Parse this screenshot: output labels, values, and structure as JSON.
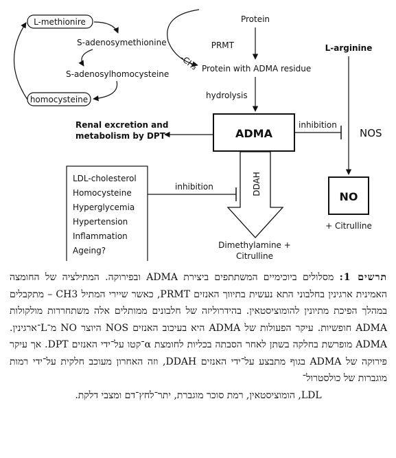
{
  "diagram": {
    "nodes": {
      "l_methionine": "L-methionire",
      "s_adenosylmethionine": "S-adenosymethionine",
      "s_adenosylhomocysteine": "S-adenosylhomocysteine",
      "homocysteine": "homocysteine",
      "ch3": "-CH₃",
      "protein": "Protein",
      "prmt": "PRMT",
      "protein_adma": "Protein with ADMA residue",
      "hydrolysis": "hydrolysis",
      "adma": "ADMA",
      "renal_line1": "Renal excretion and",
      "renal_line2": "metabolism by DPT",
      "inhibition_top": "inhibition",
      "nos": "NOS",
      "l_arginine": "L-arginine",
      "inhibition_bottom": "inhibition",
      "ddah": "DDAH",
      "dimethylamine_line1": "Dimethylamine +",
      "dimethylamine_line2": "Citrulline",
      "no": "NO",
      "citrulline": "+ Citrulline",
      "risk_factors": [
        "LDL-cholesterol",
        "Homocysteine",
        "Hyperglycemia",
        "Hypertension",
        "Inflammation",
        "Ageing?"
      ]
    }
  },
  "caption": {
    "label": "תרשים 1:",
    "body": "מסלולים ביוכימיים המשתתפים ביצירת ADMA ובפירוקה. המתילציה של החומצה האמינית ארגינין בחלבוני התא נעשית בתיווך האנזים PRMT, כאשר שיירי המתיל CH3 – מתקבלים במהלך הפיכת מתיונין להומוציסטאין. בהידרוליזה של חלבונים ממותלים אלה משתחררות מולקולות ADMA חופשיות. עיקר הפעולות של ADMA היא בעיכוב האנזים NOS היוצר NO מ־L־ארגינין. ADMA מופרשת בחלקה בשתן לאחר הסבתה בכליות לחומצת α־קטו על־ידי האנזים DPT. אך עיקר פירוקה של ADMA בגוף מתבצע על־ידי האנזים DDAH, וזה האחרון מעוכב חלקית על־ידי רמות מוגברות של כולסטרול־",
    "last_line": "LDL, הומוציסטאין, רמת סוכר מוגברת, יתר־לחץ־דם ומצבי דלקת."
  }
}
